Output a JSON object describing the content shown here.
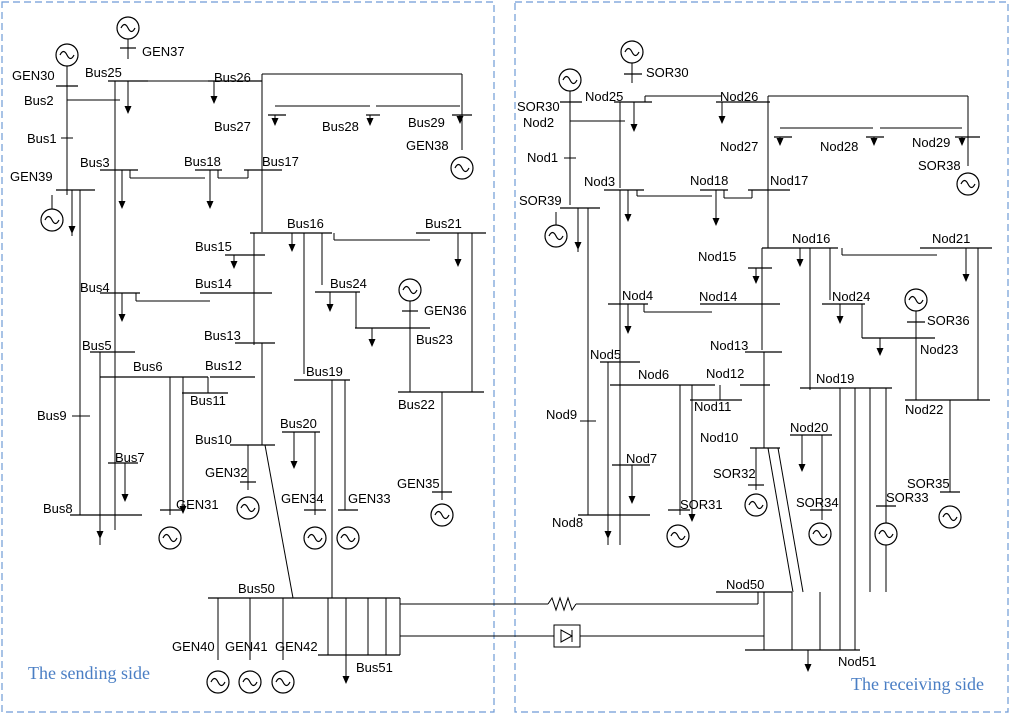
{
  "sides": {
    "sending": "The sending side",
    "receiving": "The receiving side"
  },
  "sending_labels": {
    "Bus1": "Bus1",
    "Bus2": "Bus2",
    "Bus3": "Bus3",
    "Bus4": "Bus4",
    "Bus5": "Bus5",
    "Bus6": "Bus6",
    "Bus7": "Bus7",
    "Bus8": "Bus8",
    "Bus9": "Bus9",
    "Bus10": "Bus10",
    "Bus11": "Bus11",
    "Bus12": "Bus12",
    "Bus13": "Bus13",
    "Bus14": "Bus14",
    "Bus15": "Bus15",
    "Bus16": "Bus16",
    "Bus17": "Bus17",
    "Bus18": "Bus18",
    "Bus19": "Bus19",
    "Bus20": "Bus20",
    "Bus21": "Bus21",
    "Bus22": "Bus22",
    "Bus23": "Bus23",
    "Bus24": "Bus24",
    "Bus25": "Bus25",
    "Bus26": "Bus26",
    "Bus27": "Bus27",
    "Bus28": "Bus28",
    "Bus29": "Bus29",
    "Bus50": "Bus50",
    "Bus51": "Bus51",
    "GEN30": "GEN30",
    "GEN31": "GEN31",
    "GEN32": "GEN32",
    "GEN33": "GEN33",
    "GEN34": "GEN34",
    "GEN35": "GEN35",
    "GEN36": "GEN36",
    "GEN37": "GEN37",
    "GEN38": "GEN38",
    "GEN39": "GEN39",
    "GEN40": "GEN40",
    "GEN41": "GEN41",
    "GEN42": "GEN42"
  },
  "receiving_labels": {
    "Nod1": "Nod1",
    "Nod2": "Nod2",
    "Nod3": "Nod3",
    "Nod4": "Nod4",
    "Nod5": "Nod5",
    "Nod6": "Nod6",
    "Nod7": "Nod7",
    "Nod8": "Nod8",
    "Nod9": "Nod9",
    "Nod10": "Nod10",
    "Nod11": "Nod11",
    "Nod12": "Nod12",
    "Nod13": "Nod13",
    "Nod14": "Nod14",
    "Nod15": "Nod15",
    "Nod16": "Nod16",
    "Nod17": "Nod17",
    "Nod18": "Nod18",
    "Nod19": "Nod19",
    "Nod20": "Nod20",
    "Nod21": "Nod21",
    "Nod22": "Nod22",
    "Nod23": "Nod23",
    "Nod24": "Nod24",
    "Nod25": "Nod25",
    "Nod26": "Nod26",
    "Nod27": "Nod27",
    "Nod28": "Nod28",
    "Nod29": "Nod29",
    "Nod50": "Nod50",
    "Nod51": "Nod51",
    "SOR30": "SOR30",
    "SOR31": "SOR31",
    "SOR32": "SOR32",
    "SOR33": "SOR33",
    "SOR34": "SOR34",
    "SOR35": "SOR35",
    "SOR36": "SOR36",
    "SOR38": "SOR38",
    "SOR39": "SOR39"
  },
  "link_symbols": {
    "resistor": "resistor-icon",
    "diode": "diode-icon",
    "generator": "ac-generator-icon",
    "load": "load-arrow-icon"
  }
}
